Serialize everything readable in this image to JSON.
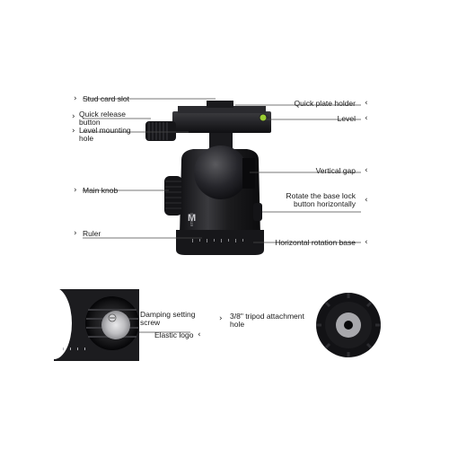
{
  "labels_left": {
    "stud_card_slot": "Stud card slot",
    "quick_release_button": "Quick release button",
    "level_mounting_hole": "Level mounting hole",
    "main_knob": "Main knob",
    "ruler": "Ruler"
  },
  "labels_right": {
    "quick_plate_holder": "Quick plate holder",
    "level": "Level",
    "vertical_gap": "Vertical gap",
    "rotate_base_lock": "Rotate the base lock button horizontally",
    "horizontal_rotation_base": "Horizontal rotation base"
  },
  "labels_bottom": {
    "damping_setting_screw": "Damping setting screw",
    "elastic_logo": "Elastic logo",
    "tripod_attachment_hole": "3/8\" tripod attachment hole"
  },
  "arrows": {
    "left": "›",
    "right": "‹"
  },
  "brand_text": "ersace",
  "brand_logo": "M",
  "colors": {
    "body": "#1c1c1e",
    "highlight": "#5a5a5e",
    "level_bubble": "#9acd32",
    "line": "#4a4a4a"
  }
}
